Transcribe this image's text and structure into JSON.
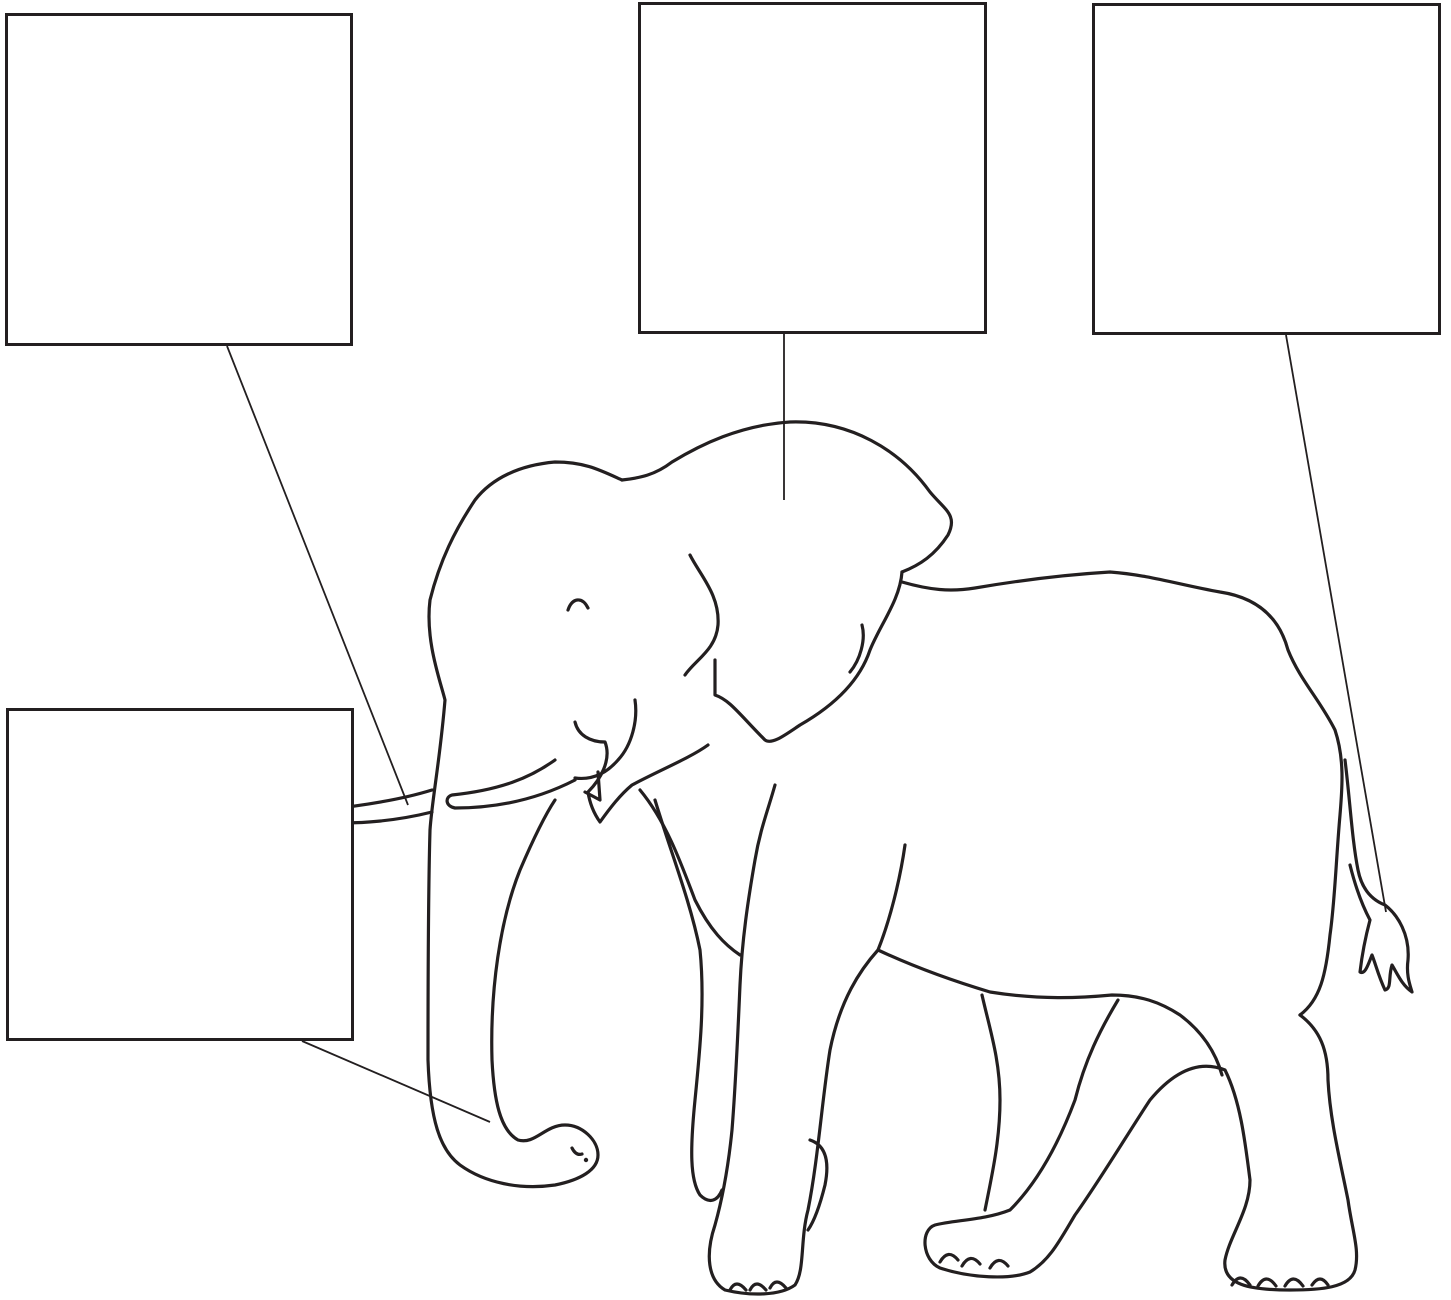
{
  "diagram": {
    "subject": "elephant",
    "style": "black line-art outline",
    "colors": {
      "outline": "#231f20",
      "background": "#ffffff"
    },
    "labels": [
      {
        "id": "tusk",
        "text": ""
      },
      {
        "id": "ear",
        "text": ""
      },
      {
        "id": "tail",
        "text": ""
      },
      {
        "id": "trunk",
        "text": ""
      }
    ]
  }
}
